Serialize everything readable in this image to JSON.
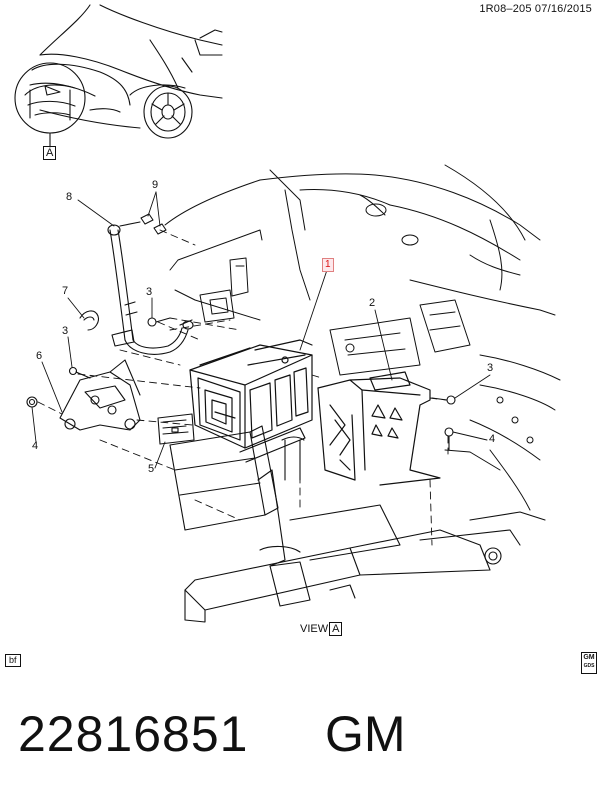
{
  "header": {
    "code": "1R08–205  07/16/2015"
  },
  "callouts": {
    "c1": "1",
    "c2": "2",
    "c3a": "3",
    "c3b": "3",
    "c3c": "3",
    "c4a": "4",
    "c4b": "4",
    "c5": "5",
    "c6": "6",
    "c7": "7",
    "c8": "8",
    "c9": "9"
  },
  "view": {
    "prefix": "VIEW",
    "letter": "A",
    "detail_letter": "A"
  },
  "footer": {
    "bf_tag": "bf",
    "gm_badge_top": "GM",
    "gm_badge_bottom": "GDS"
  },
  "product": {
    "part_number": "22816851",
    "brand": "GM"
  },
  "colors": {
    "highlight": "#d11",
    "line": "#111"
  }
}
